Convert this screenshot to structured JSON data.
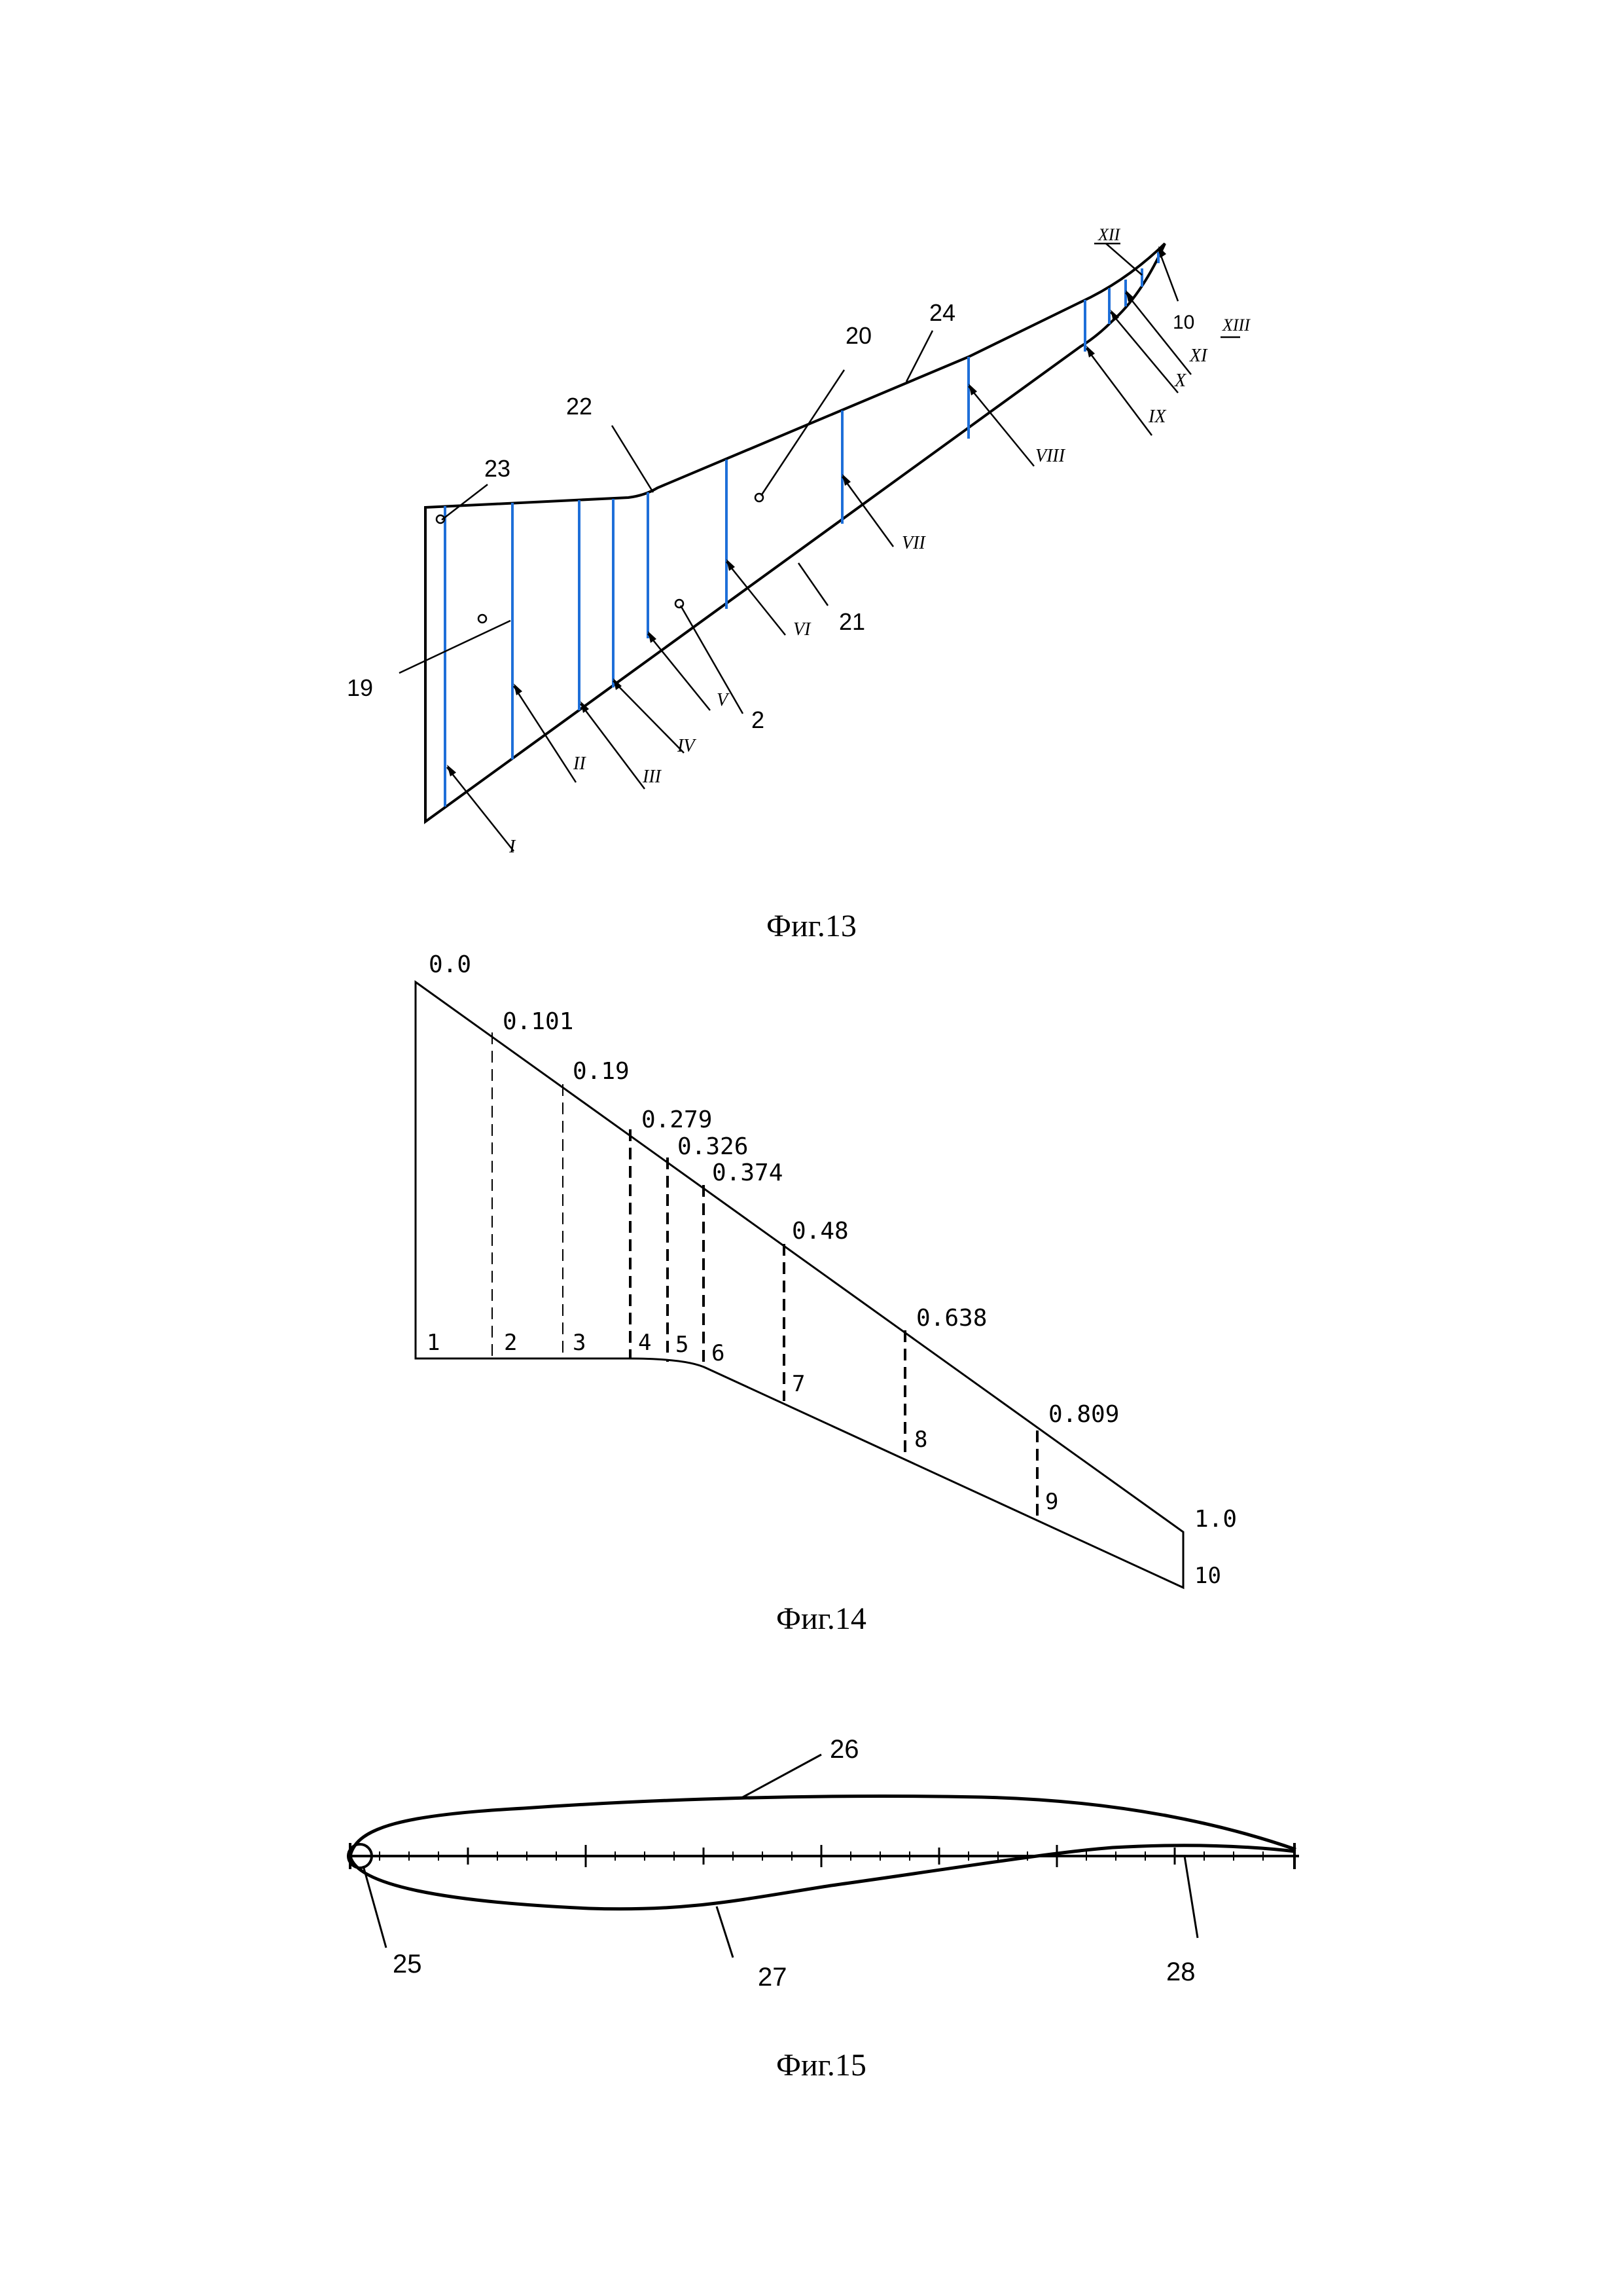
{
  "colors": {
    "line": "#000000",
    "section": "#1e6fd9"
  },
  "fig13": {
    "caption": "Фиг.13",
    "labels": [
      "19",
      "23",
      "22",
      "20",
      "24",
      "2",
      "21",
      "10"
    ],
    "sections": [
      "I",
      "II",
      "III",
      "IV",
      "V",
      "VI",
      "VII",
      "VIII",
      "IX",
      "X",
      "XI",
      "XII",
      "XIII"
    ]
  },
  "fig14": {
    "caption": "Фиг.14",
    "positions": [
      "0.0",
      "0.101",
      "0.19",
      "0.279",
      "0.326",
      "0.374",
      "0.48",
      "0.638",
      "0.809",
      "1.0"
    ],
    "numbers": [
      "1",
      "2",
      "3",
      "4",
      "5",
      "6",
      "7",
      "8",
      "9",
      "10"
    ]
  },
  "fig15": {
    "caption": "Фиг.15",
    "labels": [
      "26",
      "25",
      "27",
      "28"
    ]
  }
}
